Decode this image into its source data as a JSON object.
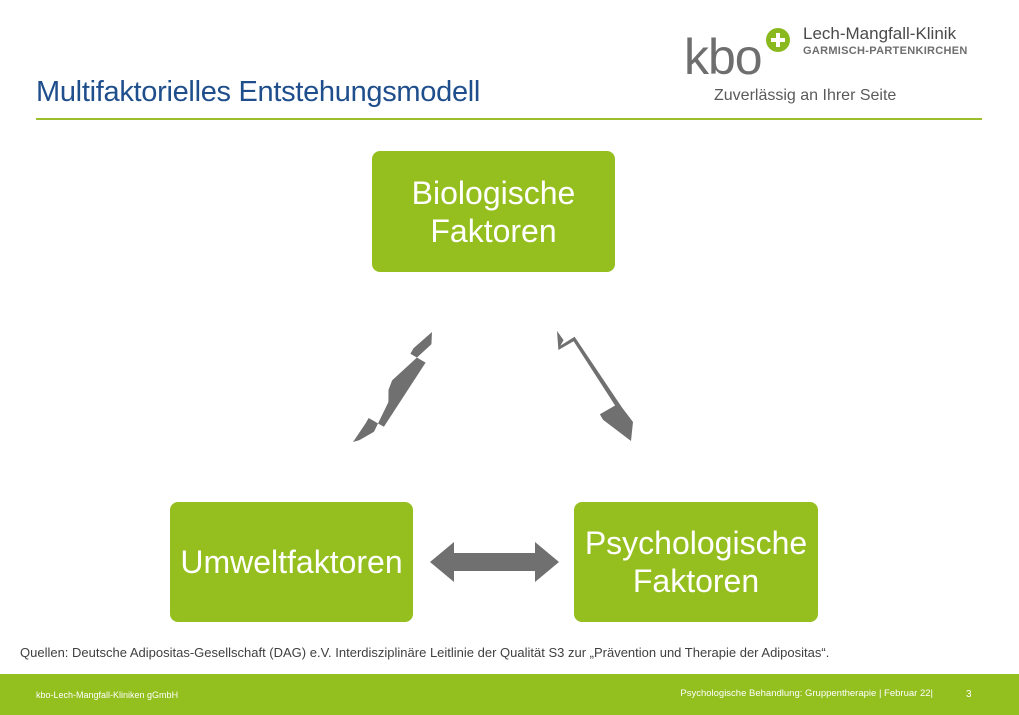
{
  "slide": {
    "title": "Multifaktorielles Entstehungsmodell"
  },
  "logo": {
    "brand": "kbo",
    "clinic_name": "Lech-Mangfall-Klinik",
    "clinic_location": "GARMISCH-PARTENKIRCHEN",
    "tagline": "Zuverlässig an Ihrer Seite",
    "accent_color": "#8ab81f"
  },
  "diagram": {
    "nodes": [
      {
        "id": "biologisch",
        "lines": [
          "Biologische",
          "Faktoren"
        ]
      },
      {
        "id": "umwelt",
        "lines": [
          "Umweltfaktoren"
        ]
      },
      {
        "id": "psychologisch",
        "lines": [
          "Psychologische",
          "Faktoren"
        ]
      }
    ],
    "edges": [
      {
        "from": "biologisch",
        "to": "umwelt",
        "type": "double-arrow"
      },
      {
        "from": "biologisch",
        "to": "psychologisch",
        "type": "double-arrow"
      },
      {
        "from": "umwelt",
        "to": "psychologisch",
        "type": "double-arrow"
      }
    ],
    "node_color": "#95bf1f",
    "arrow_color": "#707070"
  },
  "source_note": "Quellen: Deutsche Adipositas-Gesellschaft (DAG) e.V. Interdisziplinäre Leitlinie der Qualität S3 zur „Prävention und Therapie der Adipositas“.",
  "footer": {
    "organization": "kbo-Lech-Mangfall-Kliniken gGmbH",
    "context": "Psychologische Behandlung: Gruppentherapie | Februar 22|",
    "page": "3",
    "bar_color": "#93bf1f"
  }
}
